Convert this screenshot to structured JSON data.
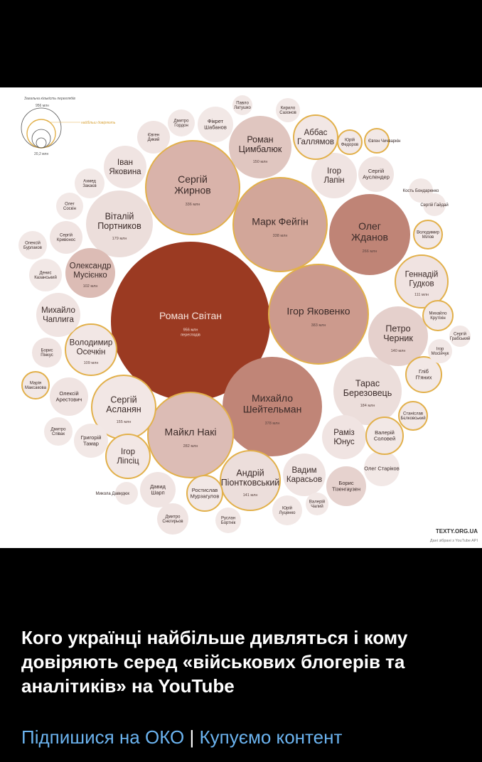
{
  "post": {
    "title": "Кого українці найбільше дивляться і кому довіряють серед «військових блогерів та аналітиків» на YouTube",
    "link_subscribe": "Підпишися на ОКО",
    "separator": "|",
    "link_content": "Купуємо контент",
    "link_color": "#6bb3ef"
  },
  "chart_data": {
    "type": "bubble",
    "title": "",
    "legend": {
      "title": "Загальна кількість переглядів",
      "max_label": "956 млн",
      "min_label": "20,2 млн",
      "gold_label": "найбільш довіряють"
    },
    "unit": "млн",
    "views_word": "переглядів",
    "source_brand": "TEXTY.ORG.UA",
    "source_note": "Дані зібрані з YouTube API",
    "colors": {
      "max": "#9b3a22",
      "gold": "#e2b04a"
    },
    "bubbles": [
      {
        "name": "Роман Світан",
        "value": 956,
        "color": "#9b3a22",
        "trusted": false
      },
      {
        "name": "Сергій Жирнов",
        "value": 336,
        "color": "#d9b3aa",
        "trusted": true
      },
      {
        "name": "Марк Фейгін",
        "value": 338,
        "color": "#d2a699",
        "trusted": true
      },
      {
        "name": "Ігор Яковенко",
        "value": 383,
        "color": "#cc9a8d",
        "trusted": true
      },
      {
        "name": "Михайло Шейтельман",
        "value": 378,
        "color": "#c08577",
        "trusted": false
      },
      {
        "name": "Олег Жданов",
        "value": 266,
        "color": "#bf8476",
        "trusted": false
      },
      {
        "name": "Майкл Накі",
        "value": 282,
        "color": "#dcbcb5",
        "trusted": true
      },
      {
        "name": "Роман Цимбалюк",
        "value": 150,
        "color": "#e0c6c0",
        "trusted": false
      },
      {
        "name": "Віталій Портников",
        "value": 179,
        "color": "#ecdedb",
        "trusted": false
      },
      {
        "name": "Тарас Березовець",
        "value": 184,
        "color": "#ecdedb",
        "trusted": false
      },
      {
        "name": "Петро Черник",
        "value": 140,
        "color": "#e5d0cc",
        "trusted": false
      },
      {
        "name": "Сергій Асланян",
        "value": 155,
        "color": "#f2e7e5",
        "trusted": true
      },
      {
        "name": "Андрій Піонтковський",
        "value": 141,
        "color": "#ecdedb",
        "trusted": true
      },
      {
        "name": "Олександр Мусієнко",
        "value": 102,
        "color": "#dcbcb5",
        "trusted": false
      },
      {
        "name": "Володимир Осечкін",
        "value": 109,
        "color": "#f2e7e5",
        "trusted": true
      },
      {
        "name": "Геннадій Гудков",
        "value": 111,
        "color": "#f0e3e1",
        "trusted": true
      },
      {
        "name": "Ігор Лапін",
        "value": null,
        "color": "#f0e4e2",
        "trusted": false
      },
      {
        "name": "Аббас Галлямов",
        "value": null,
        "color": "#f2e7e5",
        "trusted": true
      },
      {
        "name": "Іван Яковина",
        "value": null,
        "color": "#f0e4e2",
        "trusted": false
      },
      {
        "name": "Михайло Чаплига",
        "value": null,
        "color": "#f0e4e2",
        "trusted": false
      },
      {
        "name": "Раміз Юнус",
        "value": null,
        "color": "#f0e4e2",
        "trusted": false
      },
      {
        "name": "Ігор Ліпсіц",
        "value": null,
        "color": "#f2e7e5",
        "trusted": true
      },
      {
        "name": "Вадим Карасьов",
        "value": null,
        "color": "#f0e4e2",
        "trusted": false
      },
      {
        "name": "Борис Тізенгаузен",
        "value": null,
        "color": "#e6d2ce",
        "trusted": false
      },
      {
        "name": "Давид Шарп",
        "value": null,
        "color": "#f0e4e2",
        "trusted": false
      },
      {
        "name": "Євген Дикий",
        "value": null,
        "color": "#f0e4e2",
        "trusted": false
      },
      {
        "name": "Фікрет Шабанов",
        "value": null,
        "color": "#f2e8e6",
        "trusted": false
      },
      {
        "name": "Дмитро Гордон",
        "value": null,
        "color": "#f2e8e6",
        "trusted": false
      },
      {
        "name": "Павло Латушко",
        "value": null,
        "color": "#f2e8e6",
        "trusted": false
      },
      {
        "name": "Кирило Сазонов",
        "value": null,
        "color": "#f2e8e6",
        "trusted": false
      },
      {
        "name": "Юрій Федоров",
        "value": null,
        "color": "#f2e8e6",
        "trusted": true
      },
      {
        "name": "Євген Чичваркін",
        "value": null,
        "color": "#f2e8e6",
        "trusted": true
      },
      {
        "name": "Сергій Ауслендер",
        "value": null,
        "color": "#f0e4e2",
        "trusted": false
      },
      {
        "name": "Кость Бондаренко",
        "value": null,
        "color": "#f2e8e6",
        "trusted": false
      },
      {
        "name": "Сергій Гайдай",
        "value": null,
        "color": "#f2e8e6",
        "trusted": false
      },
      {
        "name": "Володимир Мілов",
        "value": null,
        "color": "#f2e8e6",
        "trusted": true
      },
      {
        "name": "Ахмед Закаєв",
        "value": null,
        "color": "#f2e8e6",
        "trusted": false
      },
      {
        "name": "Олег Соскін",
        "value": null,
        "color": "#f2e8e6",
        "trusted": false
      },
      {
        "name": "Сергій Кривонос",
        "value": null,
        "color": "#f0e4e2",
        "trusted": false
      },
      {
        "name": "Олексій Бурлаков",
        "value": null,
        "color": "#f2e8e6",
        "trusted": false
      },
      {
        "name": "Денис Казанський",
        "value": null,
        "color": "#f2e8e6",
        "trusted": false
      },
      {
        "name": "Борис Пінкус",
        "value": null,
        "color": "#f0e4e2",
        "trusted": false
      },
      {
        "name": "Марія Максакова",
        "value": null,
        "color": "#f2e8e6",
        "trusted": true
      },
      {
        "name": "Олексій Арестович",
        "value": null,
        "color": "#f0e4e2",
        "trusted": false
      },
      {
        "name": "Дмитро Співак",
        "value": null,
        "color": "#f2e8e6",
        "trusted": false
      },
      {
        "name": "Григорій Тамар",
        "value": null,
        "color": "#f2e8e6",
        "trusted": false
      },
      {
        "name": "Микола Давидюк",
        "value": null,
        "color": "#f2e8e6",
        "trusted": false
      },
      {
        "name": "Дмитро Снєгирьов",
        "value": null,
        "color": "#f0e4e2",
        "trusted": false
      },
      {
        "name": "Ростислав Мурзагулов",
        "value": null,
        "color": "#f2e8e6",
        "trusted": true
      },
      {
        "name": "Руслан Бортнік",
        "value": null,
        "color": "#f2e8e6",
        "trusted": false
      },
      {
        "name": "Юрій Луценко",
        "value": null,
        "color": "#f2e8e6",
        "trusted": false
      },
      {
        "name": "Валерій Чалий",
        "value": null,
        "color": "#f2e8e6",
        "trusted": false
      },
      {
        "name": "Олег Старіков",
        "value": null,
        "color": "#f2e8e6",
        "trusted": false
      },
      {
        "name": "Валерій Соловей",
        "value": null,
        "color": "#f2e8e6",
        "trusted": true
      },
      {
        "name": "Станіслав Бєлковський",
        "value": null,
        "color": "#f2e8e6",
        "trusted": true
      },
      {
        "name": "Гліб П'яних",
        "value": null,
        "color": "#f2e8e6",
        "trusted": true
      },
      {
        "name": "Ігор Мосійчук",
        "value": null,
        "color": "#f2e8e6",
        "trusted": false
      },
      {
        "name": "Сергій Грабський",
        "value": null,
        "color": "#f2e8e6",
        "trusted": false
      },
      {
        "name": "Михайло Крутіхін",
        "value": null,
        "color": "#f2e8e6",
        "trusted": true
      }
    ]
  }
}
